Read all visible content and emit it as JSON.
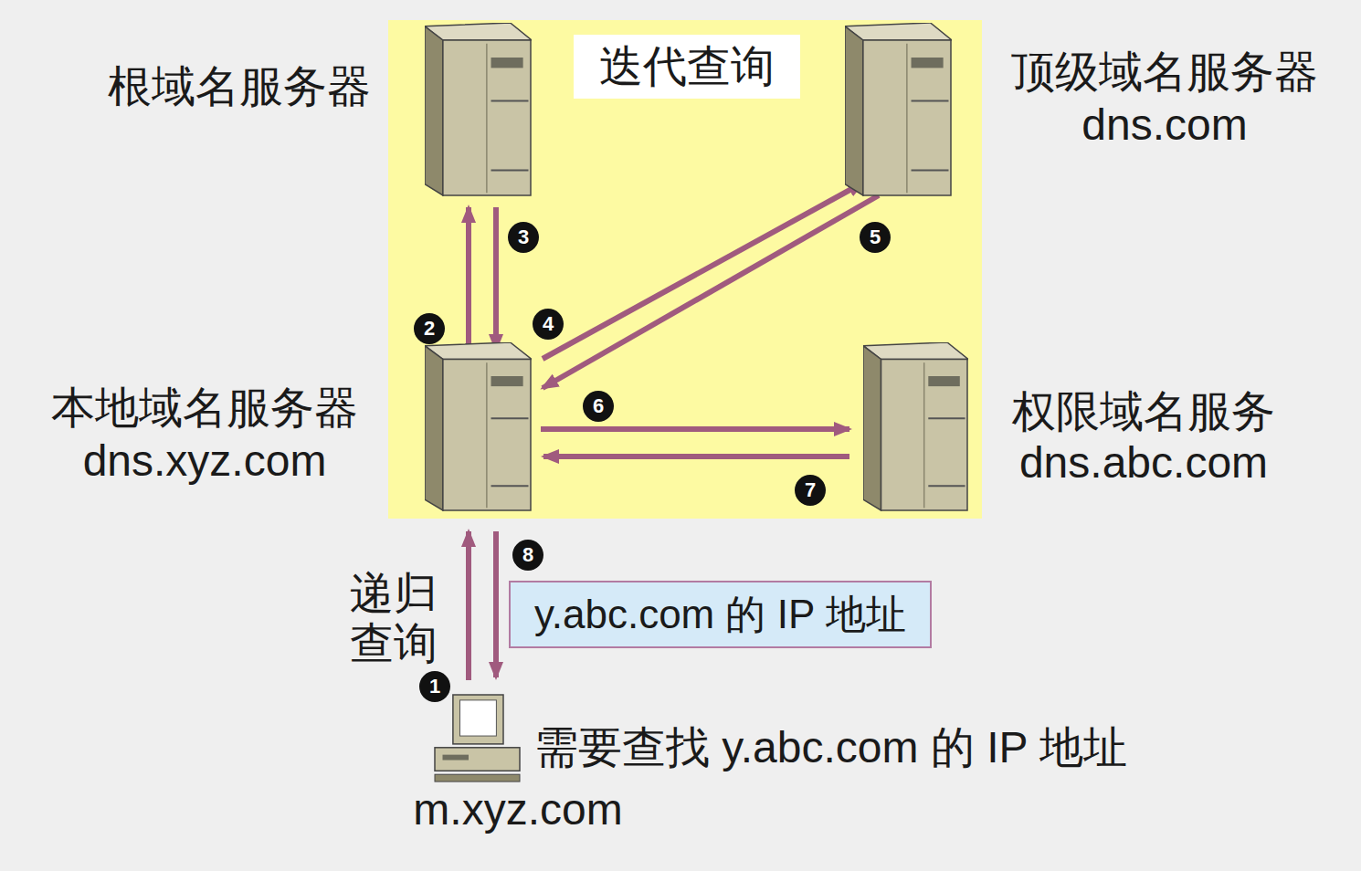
{
  "diagram": {
    "nodes": [
      {
        "text": [
          "迭代查询"
        ]
      },
      {
        "text": [
          "根域名服务器"
        ],
        "in": 0
      },
      {
        "text": [
          "顶级域名服务器",
          "dns.com"
        ],
        "in": 0
      },
      {
        "text": [
          "本地域名服务器",
          "dns.xyz.com"
        ],
        "in": 0
      },
      {
        "text": [
          "权限域名服务",
          "dns.abc.com"
        ],
        "in": 0
      },
      {
        "text": [
          "y.abc.com 的 IP 地址"
        ]
      },
      {
        "text": [
          "需要查找 y.abc.com 的 IP 地址",
          "m.xyz.com"
        ]
      }
    ],
    "edges": [
      {
        "from": 6,
        "to": 3,
        "arrow": "to"
      },
      {
        "from": 3,
        "to": 1,
        "arrow": "to"
      },
      {
        "from": 1,
        "to": 3,
        "arrow": "to"
      },
      {
        "from": 3,
        "to": 2,
        "arrow": "to"
      },
      {
        "from": 2,
        "to": 3,
        "arrow": "to"
      },
      {
        "from": 3,
        "to": 4,
        "arrow": "to"
      },
      {
        "from": 4,
        "to": 3,
        "arrow": "to"
      },
      {
        "from": 3,
        "to": 6,
        "arrow": "to"
      }
    ],
    "labels": [
      "递归查询",
      "1",
      "2",
      "3",
      "4",
      "5",
      "6",
      "7",
      "8"
    ]
  }
}
